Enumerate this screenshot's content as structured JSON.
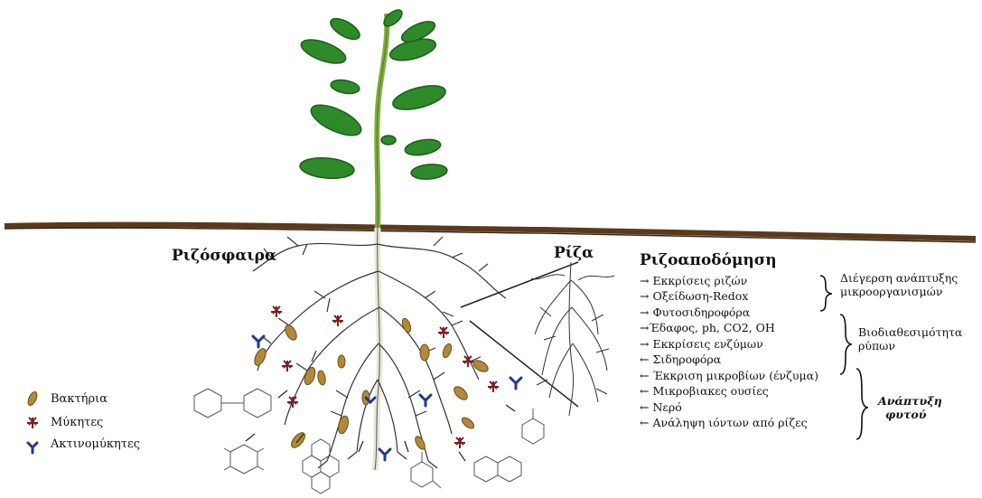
{
  "labels": {
    "rhizosphere": "Ριζόσφαιρα",
    "root": "Ρίζα",
    "rhizodegradation": "Ριζοαποδόμηση"
  },
  "processes": [
    {
      "arrow": "→",
      "text": "Εκκρίσεις ριζών"
    },
    {
      "arrow": "→",
      "text": "Οξείδωση-Redox"
    },
    {
      "arrow": "→",
      "text": "Φυτοσιδηροφόρα"
    },
    {
      "arrow": "→",
      "text": "Έδαφος, ph, CO2, OH"
    },
    {
      "arrow": "→",
      "text": "Εκκρίσεις ενζύμων"
    },
    {
      "arrow": "←",
      "text": "Σιδηροφόρα"
    },
    {
      "arrow": "←",
      "text": "Έκκριση μικροβίων (ένζυμα)"
    },
    {
      "arrow": "←",
      "text": "Μικροβιακες ουσίες"
    },
    {
      "arrow": "←",
      "text": "Νερό"
    },
    {
      "arrow": "←",
      "text": "Ανάληψη ιόντων από ρίζες"
    }
  ],
  "groups": [
    {
      "line1": "Διέγερση ανάπτυξης",
      "line2": "μικροοργανισμών"
    },
    {
      "line1": "Βιοδιαθεσιμότητα",
      "line2": "ρύπων"
    },
    {
      "line1": "Ανάπτυξη",
      "line2": "φυτού"
    }
  ],
  "legend": [
    {
      "icon": "bacteria-icon",
      "label": "Βακτήρια",
      "color": "#8a6a1f"
    },
    {
      "icon": "fungi-icon",
      "label": "Μύκητες",
      "color": "#7a1f22"
    },
    {
      "icon": "actinomycetes-icon",
      "label": "Ακτινομύκητες",
      "color": "#1f3a8a"
    }
  ],
  "colors": {
    "leaf": "#2f8a2a",
    "leaf_dark": "#1d5c1a",
    "stem": "#7fae3c",
    "soil": "#5a3a1c",
    "root": "#333333"
  }
}
